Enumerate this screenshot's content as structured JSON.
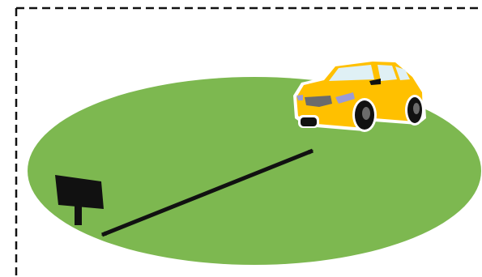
{
  "colors": {
    "ground": "#7db850",
    "ground_edge": "#8cc35f",
    "car_body": "#ffc000",
    "car_outline": "#ffffff",
    "car_window": "#dff0f5",
    "car_tire": "#111111",
    "car_grille": "#6b6b6b",
    "car_headlight": "#9b9bd6",
    "arrow": "#111111",
    "sign": "#111111",
    "border": "#111111",
    "background": "#ffffff"
  },
  "elements": {
    "border": "dashed-border",
    "ground": "grass-ellipse",
    "sign": "sign-board-icon",
    "arrow": "double-headed-distance-arrow",
    "vehicle": "yellow-car-icon"
  }
}
